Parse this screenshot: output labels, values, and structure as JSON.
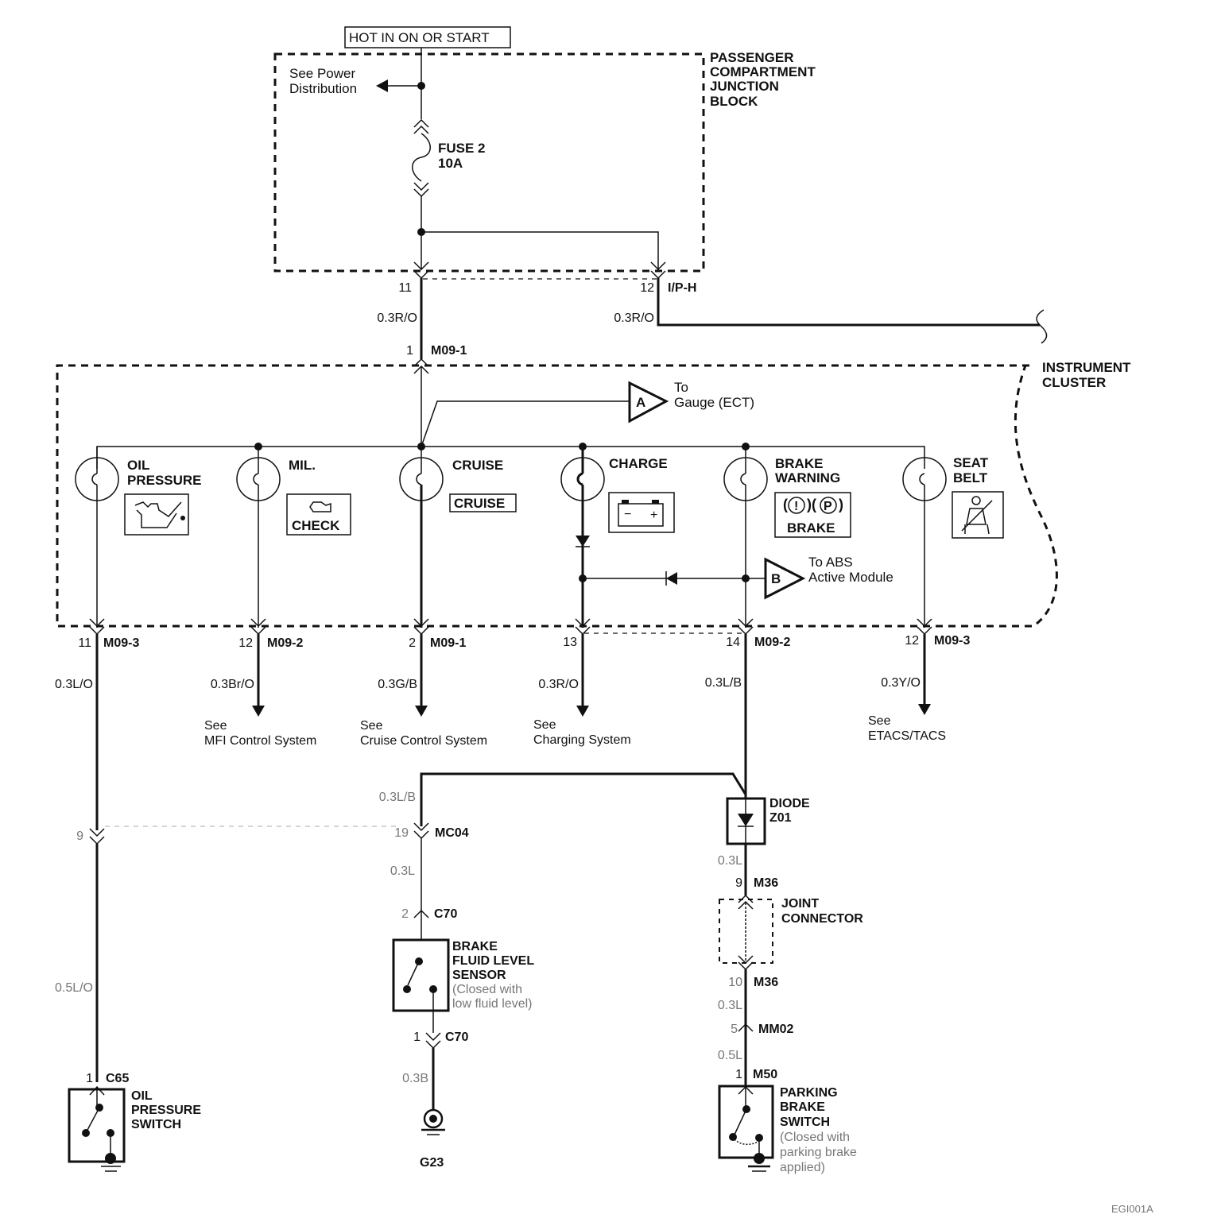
{
  "header": {
    "power_label": "HOT IN ON OR START",
    "see_power_line1": "See Power",
    "see_power_line2": "Distribution"
  },
  "junction_block": {
    "title_lines": [
      "PASSENGER",
      "COMPARTMENT",
      "JUNCTION",
      "BLOCK"
    ],
    "fuse_name": "FUSE 2",
    "fuse_rating": "10A",
    "pin_left": "11",
    "pin_right": "12",
    "connector_right": "I/P-H",
    "wire_left": "0.3R/O",
    "wire_right": "0.3R/O"
  },
  "cluster": {
    "title_lines": [
      "INSTRUMENT",
      "CLUSTER"
    ],
    "input_pin": "1",
    "input_connector": "M09-1",
    "ref_a": {
      "letter": "A",
      "line1": "To",
      "line2": "Gauge (ECT)"
    },
    "ref_b": {
      "letter": "B",
      "line1": "To ABS",
      "line2": "Active Module"
    },
    "lamps": [
      {
        "label_lines": [
          "OIL",
          "PRESSURE"
        ],
        "icon": "oil-can-icon",
        "pin": "11",
        "connector": "M09-3",
        "wire": "0.3L/O"
      },
      {
        "label_lines": [
          "MIL."
        ],
        "icon": "engine-check-icon",
        "icon_text": "CHECK",
        "pin": "12",
        "connector": "M09-2",
        "wire": "0.3Br/O",
        "see_line1": "See",
        "see_line2": "MFI Control System"
      },
      {
        "label_lines": [
          "CRUISE"
        ],
        "icon": "cruise-text-icon",
        "icon_text": "CRUISE",
        "pin": "2",
        "connector": "M09-1",
        "wire": "0.3G/B",
        "see_line1": "See",
        "see_line2": "Cruise Control System"
      },
      {
        "label_lines": [
          "CHARGE"
        ],
        "icon": "battery-icon",
        "pin": "13",
        "connector": "",
        "wire": "0.3R/O",
        "see_line1": "See",
        "see_line2": "Charging System"
      },
      {
        "label_lines": [
          "BRAKE",
          "WARNING"
        ],
        "icon": "brake-warning-icon",
        "icon_text_top": "((!))((P))",
        "icon_text": "BRAKE",
        "pin": "14",
        "connector": "M09-2",
        "wire": "0.3L/B"
      },
      {
        "label_lines": [
          "SEAT",
          "BELT"
        ],
        "icon": "seat-belt-icon",
        "pin": "12",
        "connector": "M09-3",
        "wire": "0.3Y/O",
        "see_line1": "See",
        "see_line2": "ETACS/TACS"
      }
    ]
  },
  "oil_branch": {
    "pin_mid": "9",
    "wire_lower": "0.5L/O",
    "switch_pin": "1",
    "switch_connector": "C65",
    "switch_lines": [
      "OIL",
      "PRESSURE",
      "SWITCH"
    ]
  },
  "brake_fluid_branch": {
    "wire_top": "0.3L/B",
    "pin1": "19",
    "connector1": "MC04",
    "wire_mid": "0.3L",
    "pin2": "2",
    "connector2": "C70",
    "sensor_lines": [
      "BRAKE",
      "FLUID LEVEL",
      "SENSOR"
    ],
    "sensor_note_lines": [
      "(Closed with",
      "low fluid level)"
    ],
    "pin3": "1",
    "connector3": "C70",
    "wire_ground": "0.3B",
    "ground_label": "G23"
  },
  "parking_branch": {
    "diode_lines": [
      "DIODE",
      "Z01"
    ],
    "wire1": "0.3L",
    "pin1": "9",
    "connector1": "M36",
    "joint_lines": [
      "JOINT",
      "CONNECTOR"
    ],
    "pin2": "10",
    "connector2": "M36",
    "wire2": "0.3L",
    "pin3": "5",
    "connector3": "MM02",
    "wire3": "0.5L",
    "pin4": "1",
    "connector4": "M50",
    "switch_lines": [
      "PARKING",
      "BRAKE",
      "SWITCH"
    ],
    "switch_note_lines": [
      "(Closed with",
      "parking brake",
      "applied)"
    ]
  },
  "footer": {
    "figure_code": "EGI001A"
  }
}
